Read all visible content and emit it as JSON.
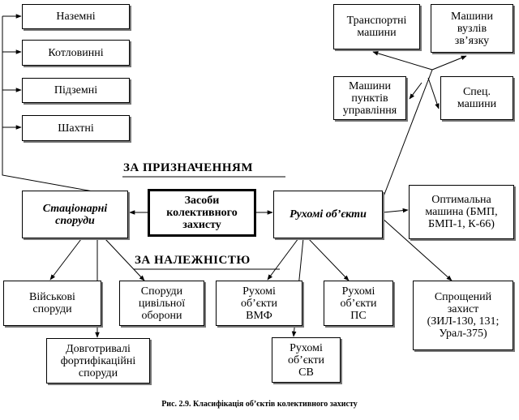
{
  "diagram": {
    "nodes": {
      "nazemni": "Наземні",
      "kotlovynni": "Котловинні",
      "pidzemni": "Підземні",
      "shakhtni": "Шахтні",
      "transportni": "Транспортні\nмашини",
      "vuzliv_zviazku": "Машини\nвузлів\nзв’язку",
      "punktiv_upravlinnia": "Машини\nпунктів\nуправління",
      "spets_mashyny": "Спец.\nмашини",
      "stationary": "Стаціонарні\nспоруди",
      "center": "Засоби\nколективного\nзахисту",
      "rukhomi": "Рухомі об’єкти",
      "optymalna": "Оптимальна\nмашина (БМП,\nБМП-1, К-66)",
      "viiskovi": "Військові\nспоруди",
      "tsyvilnoi_oborony": "Споруди\nцивільної\nоборони",
      "rukhomi_vmf": "Рухомі\nоб’єкти\nВМФ",
      "rukhomi_ps": "Рухомі\nоб’єкти\nПС",
      "sproshchenyi": "Спрощений\nзахист\n(ЗИЛ-130, 131;\nУрал-375)",
      "dovgotryvali": "Довготривалі\nфортифікаційні\nспоруди",
      "rukhomi_sv": "Рухомі\nоб’єкти\nСВ"
    },
    "headings": {
      "za_pryznachenniam": "ЗА ПРИЗНАЧЕННЯМ",
      "za_nalezhnistiu": "ЗА  НАЛЕЖНІСТЮ"
    },
    "caption": "Рис. 2.9. Класифікація  об’єктів  колективного  захисту"
  }
}
